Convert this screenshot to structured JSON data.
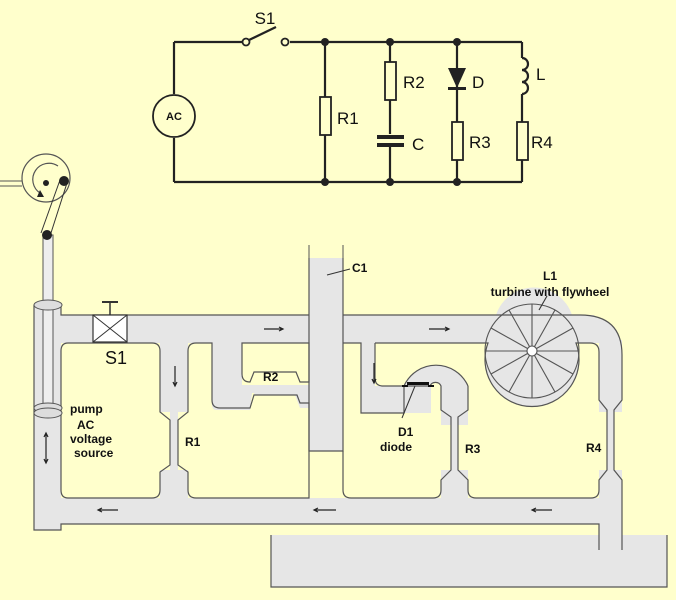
{
  "circuit": {
    "source": "AC",
    "switch": "S1",
    "r1": "R1",
    "r2": "R2",
    "capacitor": "C",
    "diode": "D",
    "r3": "R3",
    "inductor": "L",
    "r4": "R4"
  },
  "hydraulic": {
    "switch": "S1",
    "pump_line1": "pump",
    "pump_line2": "AC",
    "pump_line3": "voltage",
    "pump_line4": "source",
    "r1": "R1",
    "r2": "R2",
    "capacitor": "C1",
    "diode_line1": "D1",
    "diode_line2": "diode",
    "r3": "R3",
    "turbine_line1": "L1",
    "turbine_line2": "turbine with flywheel",
    "r4": "R4"
  },
  "colors": {
    "background": "#ffffcc",
    "pipe": "#e6e6e6",
    "line": "#222222"
  }
}
